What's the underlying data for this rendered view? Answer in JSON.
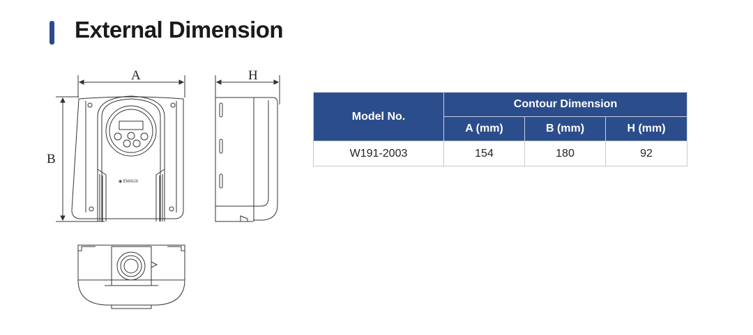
{
  "title": "External Dimension",
  "drawing": {
    "label_a": "A",
    "label_b": "B",
    "label_h": "H",
    "logo_text": "EMAUX"
  },
  "table": {
    "header_model": "Model No.",
    "header_group": "Contour Dimension",
    "columns": [
      "A (mm)",
      "B (mm)",
      "H (mm)"
    ],
    "rows": [
      {
        "model": "W191-2003",
        "a": "154",
        "b": "180",
        "h": "92"
      }
    ]
  },
  "colors": {
    "accent": "#2c4d8c"
  }
}
